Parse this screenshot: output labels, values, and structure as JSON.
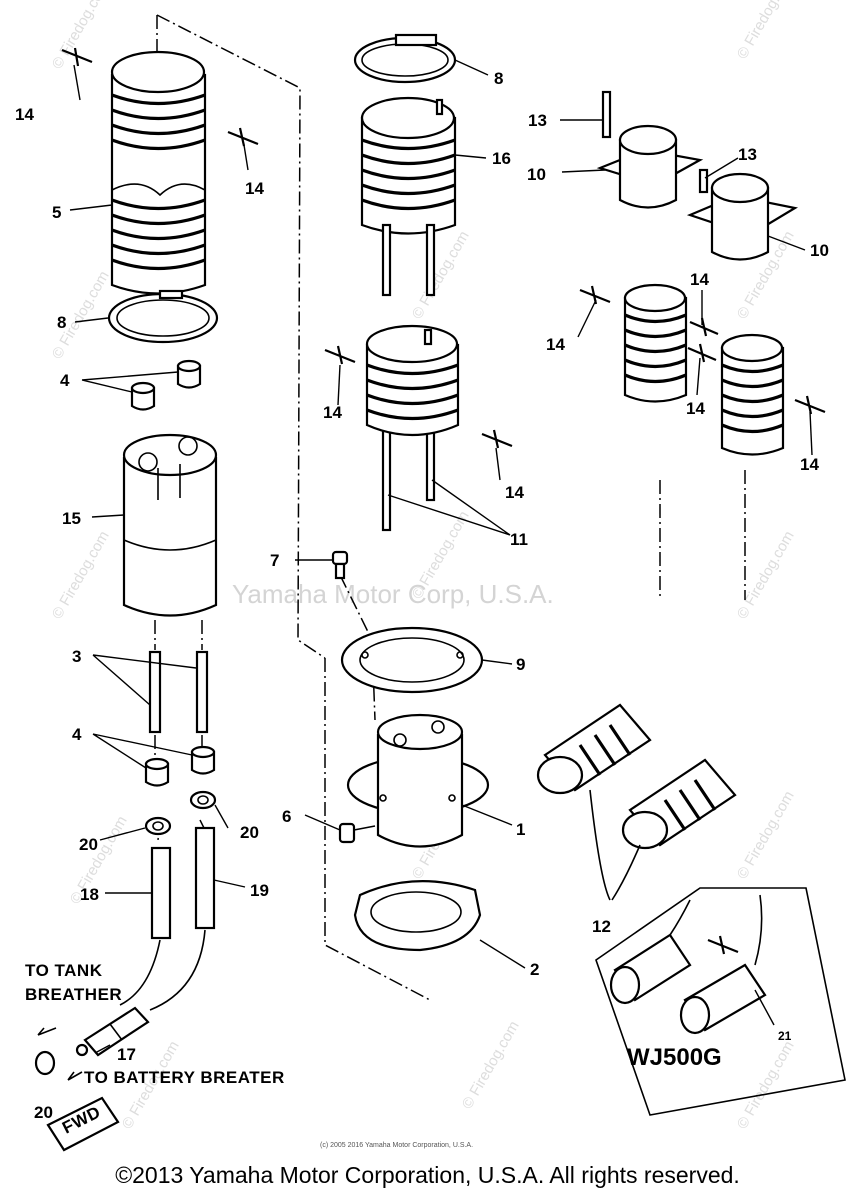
{
  "watermarks": {
    "center": "Yamaha Motor Corp, U.S.A.",
    "site": "© Firedog.com",
    "fine_print": "(c) 2005 2016 Yamaha Motor Corporation, U.S.A."
  },
  "callouts": {
    "c1": "1",
    "c2": "2",
    "c3": "3",
    "c4a": "4",
    "c4b": "4",
    "c5": "5",
    "c6": "6",
    "c7": "7",
    "c8a": "8",
    "c8b": "8",
    "c9": "9",
    "c10a": "10",
    "c10b": "10",
    "c11": "11",
    "c12": "12",
    "c13a": "13",
    "c13b": "13",
    "c14a": "14",
    "c14b": "14",
    "c14c": "14",
    "c14d": "14",
    "c14e": "14",
    "c14f": "14",
    "c14g": "14",
    "c14h": "14",
    "c15": "15",
    "c16": "16",
    "c17": "17",
    "c18": "18",
    "c19": "19",
    "c20a": "20",
    "c20b": "20",
    "c20c": "20",
    "c21": "21"
  },
  "notes": {
    "to_tank_line1": "TO TANK",
    "to_tank_line2": "BREATHER",
    "to_battery": "TO BATTERY BREATER",
    "fwd": "FWD",
    "model_variant": "WJ500G"
  },
  "copyright": "©2013 Yamaha Motor Corporation, U.S.A. All rights reserved."
}
